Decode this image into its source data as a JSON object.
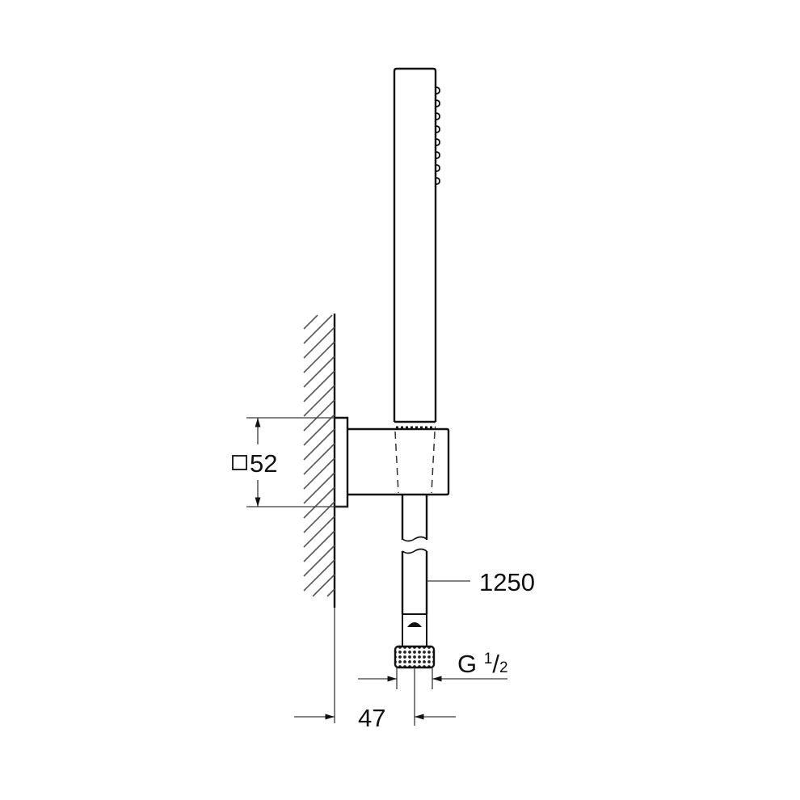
{
  "drawing": {
    "title": "Wall holder with hand shower and hose – dimension drawing",
    "colors": {
      "line": "#111111",
      "dim_line": "#3a3a3a",
      "hatch": "#555555",
      "background": "#ffffff"
    }
  },
  "dimensions": {
    "holder_square": {
      "symbol": "□",
      "value": "52"
    },
    "hose_length": {
      "value": "1250"
    },
    "thread": {
      "prefix": "G ",
      "numerator": "1",
      "slash": "/",
      "denominator": "2"
    },
    "wall_offset": {
      "value": "47"
    }
  },
  "components": [
    {
      "name": "hand-shower",
      "description": "Square stick hand shower with 8 spray nozzles"
    },
    {
      "name": "wall-holder",
      "description": "Square wall outlet holder"
    },
    {
      "name": "shower-hose",
      "description": "Hose with break marks"
    },
    {
      "name": "hose-nut",
      "description": "Knurled connection nut"
    },
    {
      "name": "wall",
      "description": "Hatched wall section"
    }
  ]
}
